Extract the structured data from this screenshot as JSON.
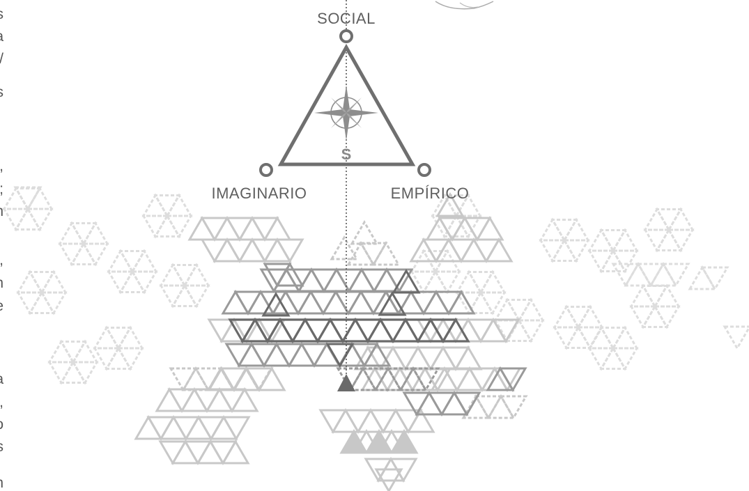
{
  "labels": {
    "top": "SOCIAL",
    "left": "IMAGINARIO",
    "right": "EMPÍRICO"
  },
  "compass": {
    "letter": "S",
    "icon": "compass-rose-icon"
  },
  "left_margin_fragments": [
    "s",
    "a",
    "/",
    "s",
    ",",
    ";",
    "n",
    ",",
    "n",
    "e",
    "a",
    ",",
    "o",
    "s",
    "n"
  ],
  "colors": {
    "triangle_stroke": "#6f6f6f",
    "dark_tile": "#6a6a6a",
    "mid_tile": "#9a9a9a",
    "light_tile": "#c8c8c8",
    "faint_tile": "#dddddd",
    "dotted_line": "#555555"
  }
}
